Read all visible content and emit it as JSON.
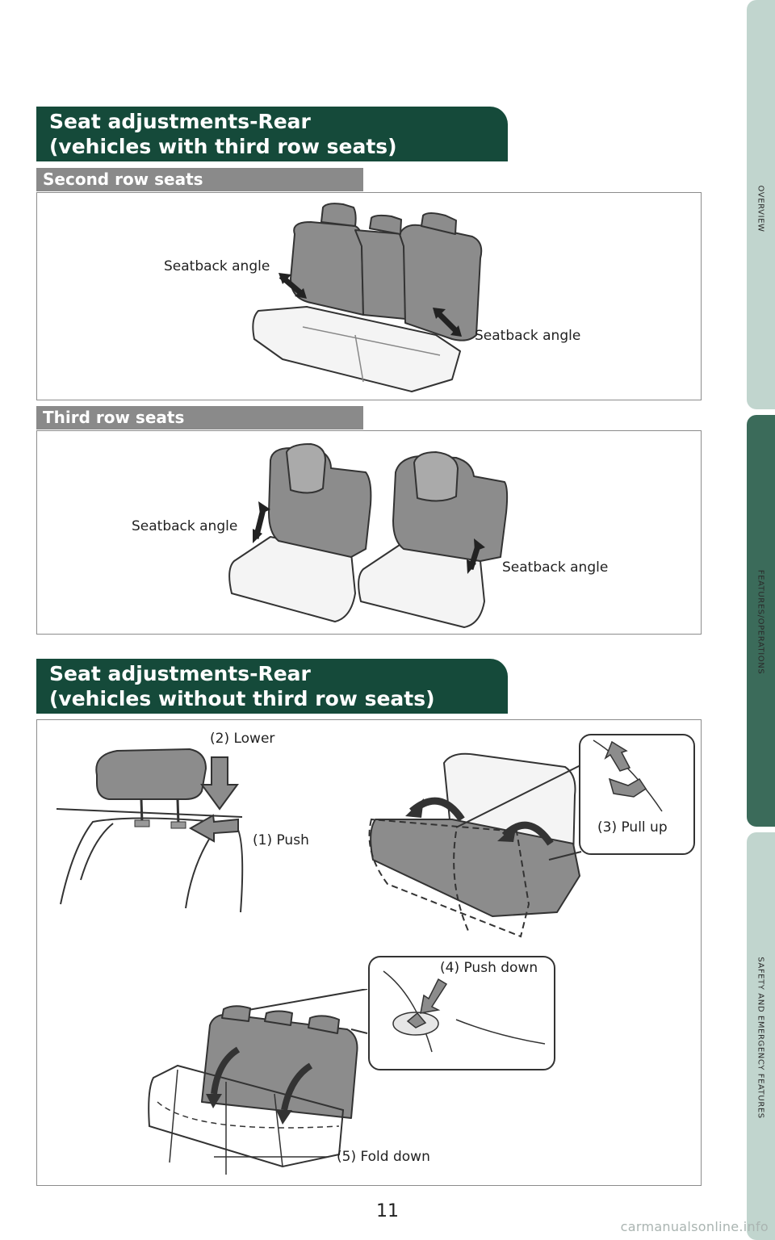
{
  "side_tabs": [
    {
      "label": "OVERVIEW",
      "color": "#c1d5ce"
    },
    {
      "label": "FEATURES/OPERATIONS",
      "color": "#3b6b5a"
    },
    {
      "label": "SAFETY AND EMERGENCY FEATURES",
      "color": "#c1d5ce"
    }
  ],
  "section1": {
    "title_line1": "Seat adjustments-Rear",
    "title_line2": "(vehicles with third row seats)"
  },
  "second_row": {
    "heading": "Second row seats",
    "label_left": "Seatback angle",
    "label_right": "Seatback angle"
  },
  "third_row": {
    "heading": "Third row seats",
    "label_left": "Seatback angle",
    "label_right": "Seatback angle"
  },
  "section2": {
    "title_line1": "Seat adjustments-Rear",
    "title_line2": "(vehicles without third row seats)"
  },
  "steps": {
    "lower": "(2) Lower",
    "push": "(1) Push",
    "pull_up": "(3) Pull up",
    "push_down": "(4) Push down",
    "fold_down": "(5) Fold down"
  },
  "page_number": "11",
  "watermark": "carmanualsonline.info",
  "colors": {
    "header_bg": "#154a3a",
    "subheader_bg": "#8a8a8a",
    "seat_fill": "#8c8c8c"
  }
}
